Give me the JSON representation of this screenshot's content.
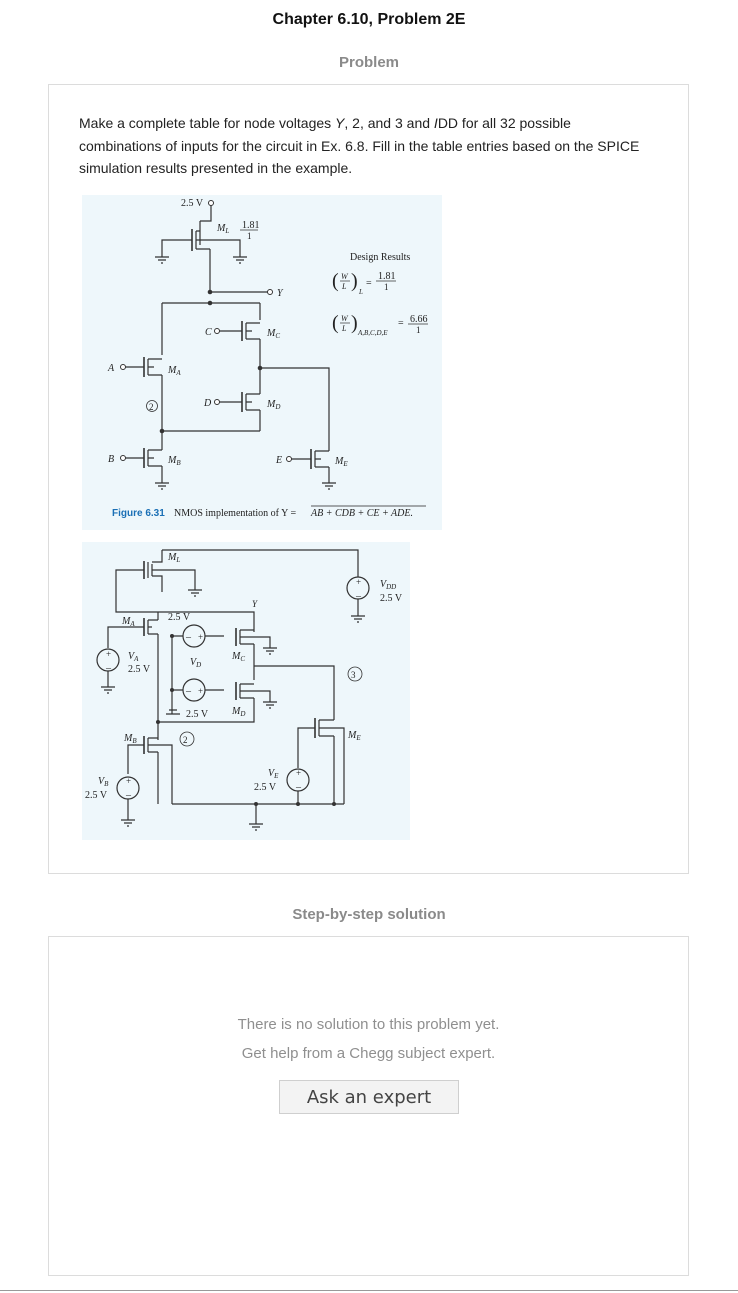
{
  "header": {
    "chapter_title": "Chapter 6.10, Problem 2E"
  },
  "problem_section": {
    "label": "Problem",
    "text_line1_pre": "Make a complete table for node voltages ",
    "text_line1_y": "Y",
    "text_line1_mid": ", 2, and 3 and ",
    "text_line1_i": "I",
    "text_line1_post": "DD for all 32 possible",
    "text_line2": "combinations of inputs for the circuit in Ex. 6.8. Fill in the table entries based on the SPICE",
    "text_line3": "simulation results presented in the example."
  },
  "figure1": {
    "supply_label": "2.5 V",
    "ml_label": "M",
    "ml_sub": "L",
    "ml_ratio_num": "1.81",
    "ml_ratio_den": "1",
    "y_label": "Y",
    "c_label": "C",
    "mc_label": "M",
    "mc_sub": "C",
    "a_label": "A",
    "ma_label": "M",
    "ma_sub": "A",
    "d_label": "D",
    "md_label": "M",
    "md_sub": "D",
    "node2": "2",
    "b_label": "B",
    "mb_label": "M",
    "mb_sub": "B",
    "e_label": "E",
    "me_label": "M",
    "me_sub": "E",
    "design_title": "Design Results",
    "wl_L_num": "1.81",
    "wl_L_den": "1",
    "wl_L_sub": "L",
    "wl_rest_sub": "A,B,C,D,E",
    "wl_rest_num": "6.66",
    "wl_rest_den": "1",
    "caption_fig": "Figure 6.31",
    "caption_text": "NMOS implementation of Y = ",
    "caption_expr": "AB + CDB + CE + ADE."
  },
  "figure2": {
    "ml_label": "M",
    "ml_sub": "L",
    "vdd_label": "V",
    "vdd_sub": "DD",
    "vdd_value": "2.5 V",
    "y_label": "Y",
    "ma_label": "M",
    "ma_sub": "A",
    "v25_a": "2.5 V",
    "va_label": "V",
    "va_sub": "A",
    "va_value": "2.5 V",
    "vd_label": "V",
    "vd_sub": "D",
    "mc_label": "M",
    "mc_sub": "C",
    "node3": "3",
    "vmid_value": "2.5 V",
    "md_label": "M",
    "md_sub": "D",
    "me_label": "M",
    "me_sub": "E",
    "mb_label": "M",
    "mb_sub": "B",
    "node2": "2",
    "ve_label": "V",
    "ve_sub": "E",
    "ve_value": "2.5 V",
    "vb_label": "V",
    "vb_sub": "B",
    "vb_value": "2.5 V"
  },
  "solution_section": {
    "label": "Step-by-step solution",
    "no_solution": "There is no solution to this problem yet.",
    "get_help": "Get help from a Chegg subject expert.",
    "ask_button": "Ask an expert"
  },
  "colors": {
    "figure_bg": "#eef7fb",
    "caption_blue": "#1a6fb5",
    "label_gray": "#8a8a8a"
  }
}
